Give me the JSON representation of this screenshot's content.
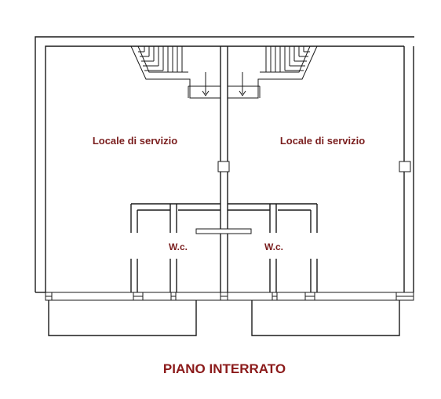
{
  "plan": {
    "title": "PIANO INTERRATO",
    "rooms": [
      {
        "label": "Locale di servizio"
      },
      {
        "label": "Locale di servizio"
      }
    ],
    "bathrooms": [
      {
        "label": "W.c."
      },
      {
        "label": "W.c."
      }
    ]
  },
  "colors": {
    "label": "#7a1e1e",
    "title": "#8b1a1a",
    "walls": "#1a1a1a"
  }
}
